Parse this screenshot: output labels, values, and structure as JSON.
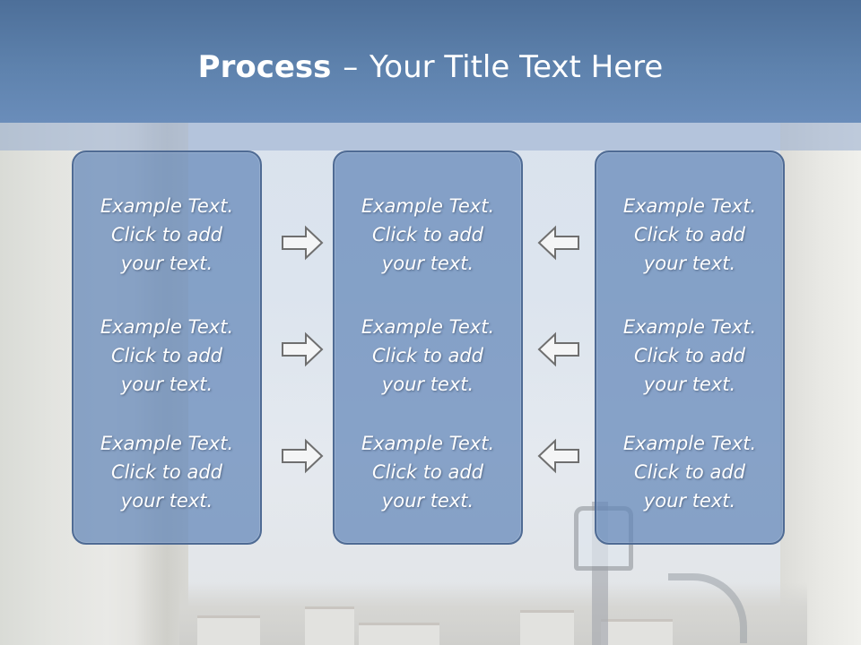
{
  "title": {
    "bold": "Process",
    "separator": "–",
    "rest": "Your Title Text Here"
  },
  "panels": [
    {
      "blocks": [
        {
          "lines": [
            "Example Text.",
            "Click  to add",
            "your text."
          ]
        },
        {
          "lines": [
            "Example Text.",
            "Click  to add",
            "your text."
          ]
        },
        {
          "lines": [
            "Example Text.",
            "Click  to add",
            "your text."
          ]
        }
      ]
    },
    {
      "blocks": [
        {
          "lines": [
            "Example Text.",
            "Click  to add",
            "your text."
          ]
        },
        {
          "lines": [
            "Example Text.",
            "Click  to add",
            "your text."
          ]
        },
        {
          "lines": [
            "Example Text.",
            "Click  to add",
            "your text."
          ]
        }
      ]
    },
    {
      "blocks": [
        {
          "lines": [
            "Example Text.",
            "Click  to add",
            "your text."
          ]
        },
        {
          "lines": [
            "Example Text.",
            "Click  to add",
            "your text."
          ]
        },
        {
          "lines": [
            "Example Text.",
            "Click  to add",
            "your text."
          ]
        }
      ]
    }
  ],
  "arrows": {
    "left_column": "right-arrow-icon",
    "right_column": "left-arrow-icon"
  },
  "colors": {
    "header": "#5e82ad",
    "panel_fill": "#6386b9",
    "panel_border": "#4f6b94",
    "text": "#ffffff"
  }
}
